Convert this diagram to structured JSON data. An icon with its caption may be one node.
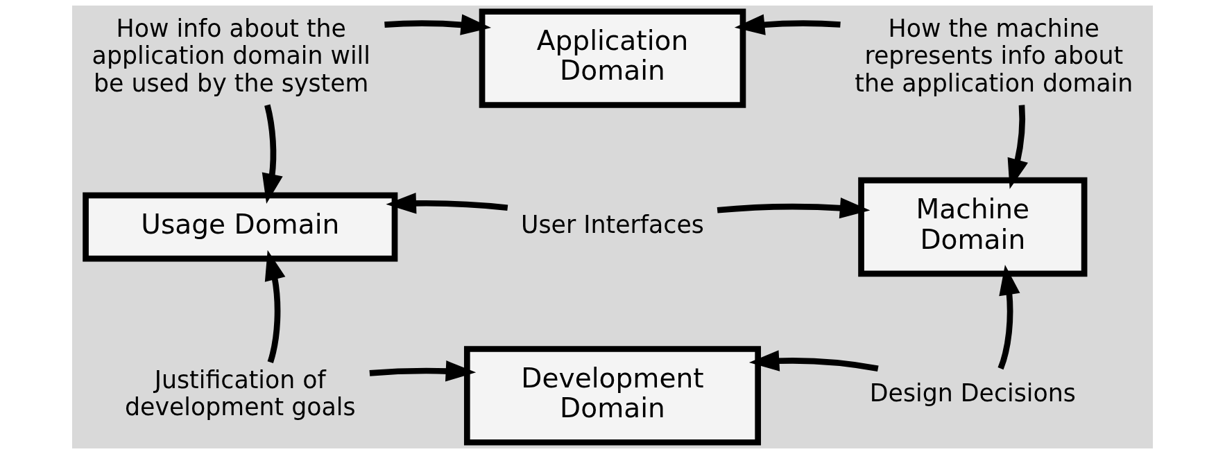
{
  "diagram": {
    "nodes": [
      {
        "text": [
          "How info about the application domain will be used by the system"
        ]
      },
      {
        "text": [
          "Application Domain"
        ]
      },
      {
        "text": [
          "How the machine represents info about the application domain"
        ]
      },
      {
        "text": [
          "Usage Domain"
        ]
      },
      {
        "text": [
          "User Interfaces"
        ]
      },
      {
        "text": [
          "Machine Domain"
        ]
      },
      {
        "text": [
          "Justification of development goals"
        ]
      },
      {
        "text": [
          "Development Domain"
        ]
      },
      {
        "text": [
          "Design Decisions"
        ]
      }
    ],
    "edges": [
      {
        "from": 0,
        "to": 1,
        "arrow": "to"
      },
      {
        "from": 2,
        "to": 1,
        "arrow": "to"
      },
      {
        "from": 0,
        "to": 3,
        "arrow": "to"
      },
      {
        "from": 2,
        "to": 5,
        "arrow": "to"
      },
      {
        "from": 4,
        "to": 3,
        "arrow": "to"
      },
      {
        "from": 4,
        "to": 5,
        "arrow": "to"
      },
      {
        "from": 6,
        "to": 3,
        "arrow": "to"
      },
      {
        "from": 6,
        "to": 7,
        "arrow": "to"
      },
      {
        "from": 8,
        "to": 7,
        "arrow": "to"
      },
      {
        "from": 8,
        "to": 5,
        "arrow": "to"
      }
    ]
  }
}
